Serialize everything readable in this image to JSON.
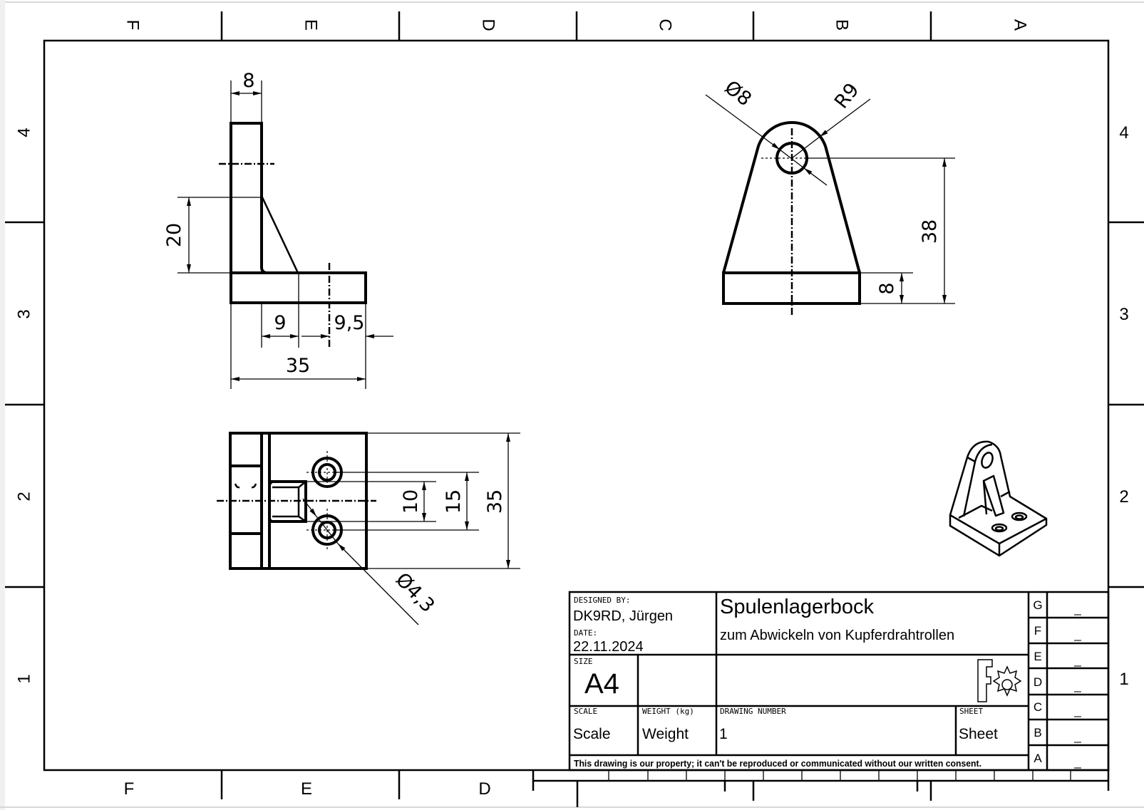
{
  "frame": {
    "columns_top": [
      "F",
      "E",
      "D",
      "C",
      "B",
      "A"
    ],
    "columns_bottom": [
      "F",
      "E",
      "D"
    ],
    "rows_left": [
      "4",
      "3",
      "2",
      "1"
    ],
    "rows_right": [
      "4",
      "3",
      "2",
      "1"
    ]
  },
  "side_view": {
    "dim_width": "8",
    "dim_height": "20",
    "dim_rib": "9",
    "dim_hole_offset": "9,5",
    "dim_length": "35"
  },
  "front_view": {
    "dim_hole_diameter": "Ø8",
    "dim_radius": "R9",
    "dim_height": "38",
    "dim_base": "8"
  },
  "top_view": {
    "dim_slot": "10",
    "dim_hole_spacing": "15",
    "dim_width": "35",
    "dim_hole_diameter": "Ø4,3"
  },
  "title_block": {
    "designed_by_label": "DESIGNED BY:",
    "designed_by": "DK9RD, Jürgen",
    "date_label": "DATE:",
    "date": "22.11.2024",
    "title": "Spulenlagerbock",
    "subtitle": "zum Abwickeln von Kupferdrahtrollen",
    "size_label": "SIZE",
    "size": "A4",
    "scale_label": "SCALE",
    "scale": "Scale",
    "weight_label": "WEIGHT (kg)",
    "weight": "Weight",
    "drawing_number_label": "DRAWING NUMBER",
    "drawing_number": "1",
    "sheet_label": "SHEET",
    "sheet": "Sheet",
    "disclaimer": "This drawing is our property; it can't be reproduced or communicated without our written consent.",
    "revisions": [
      {
        "letter": "G",
        "value": "_"
      },
      {
        "letter": "F",
        "value": "_"
      },
      {
        "letter": "E",
        "value": "_"
      },
      {
        "letter": "D",
        "value": "_"
      },
      {
        "letter": "C",
        "value": "_"
      },
      {
        "letter": "B",
        "value": "_"
      },
      {
        "letter": "A",
        "value": "_"
      }
    ]
  }
}
